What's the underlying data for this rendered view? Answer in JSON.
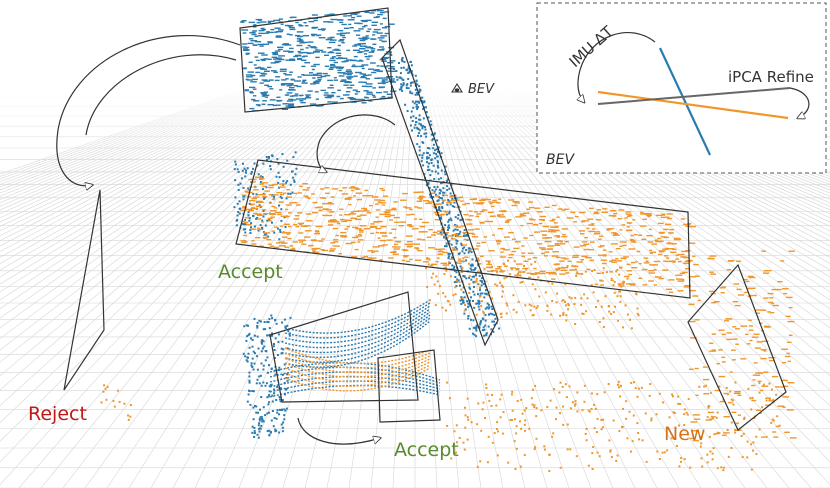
{
  "labels": {
    "reject": "Reject",
    "accept_upper": "Accept",
    "accept_lower": "Accept",
    "new": "New",
    "bev_marker": "BEV"
  },
  "inset": {
    "imu_label": "IMU ΔT",
    "ipca_label": "iPCA Refine",
    "bev_label": "BEV"
  },
  "colors": {
    "blue_points": "#2a7bb0",
    "orange_points": "#f0962b",
    "reject": "#c01818",
    "accept": "#5a8a2c",
    "new": "#d4731c",
    "outline": "#333333",
    "grid": "#d6d6d6"
  },
  "icons": {
    "bev_marker": "eye-marker-icon"
  }
}
